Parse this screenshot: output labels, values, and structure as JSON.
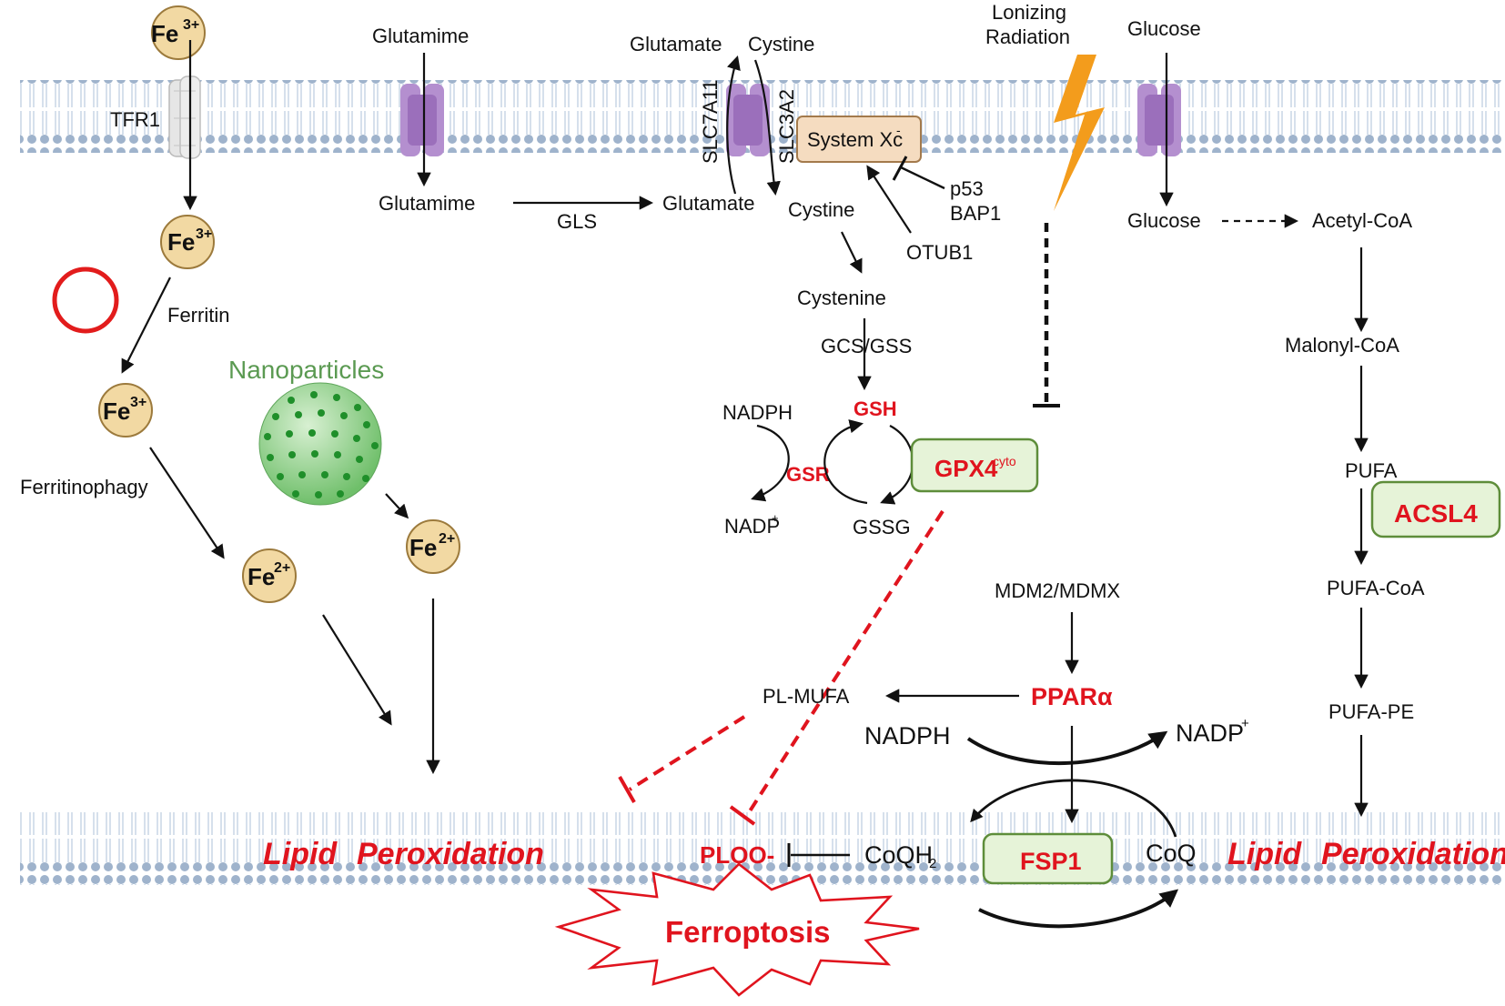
{
  "labels": {
    "fe3_top": "Fe",
    "fe3_top_sup": "3+",
    "tfr1": "TFR1",
    "fe3_mid": "Fe",
    "fe3_mid_sup": "3+",
    "ferritin": "Ferritin",
    "fe3_low": "Fe",
    "fe3_low_sup": "3+",
    "ferritinophagy": "Ferritinophagy",
    "fe2_left": "Fe",
    "fe2_left_sup": "2+",
    "nanoparticles": "Nanoparticles",
    "fe2_right": "Fe",
    "fe2_right_sup": "2+",
    "glutamime_out": "Glutamime",
    "glutamime_in": "Glutamime",
    "gls": "GLS",
    "glutamate_out": "Glutamate",
    "cystine_out": "Cystine",
    "slc7a11": "SLC7A11",
    "slc3a2": "SLC3A2",
    "system_xc": "System Xc",
    "system_xc_sup": "-",
    "glutamate_in": "Glutamate",
    "cystine_in": "Cystine",
    "p53": "p53",
    "bap1": "BAP1",
    "otub1": "OTUB1",
    "cystenine": "Cystenine",
    "gcs_gss": "GCS/GSS",
    "nadph_gsr": "NADPH",
    "gsh": "GSH",
    "gsr": "GSR",
    "nadp_gsr": "NADP",
    "nadp_gsr_sup": "+",
    "gssg": "GSSG",
    "gpx4": "GPX4",
    "gpx4_sup": "cyto",
    "ionizing_1": "Lonizing",
    "ionizing_2": "Radiation",
    "glucose_out": "Glucose",
    "glucose_in": "Glucose",
    "acetyl_coa": "Acetyl-CoA",
    "malonyl_coa": "Malonyl-CoA",
    "pufa": "PUFA",
    "acsl4": "ACSL4",
    "pufa_coa": "PUFA-CoA",
    "pufa_pe": "PUFA-PE",
    "mdm2": "MDM2/MDMX",
    "pl_mufa": "PL-MUFA",
    "ppara": "PPARα",
    "nadph_fsp1": "NADPH",
    "nadp_fsp1": "NADP",
    "nadp_fsp1_sup": "+",
    "lipid_left": "Lipid",
    "peroxidation_left": "Peroxidation",
    "ploo": "PLOO-",
    "coqh2": "CoQH",
    "coqh2_sub": "2",
    "fsp1": "FSP1",
    "coq": "CoQ",
    "lipid_right": "Lipid",
    "peroxidation_right": "Peroxidation",
    "ferroptosis": "Ferroptosis"
  },
  "colors": {
    "membrane_head": "#9fb3cc",
    "membrane_tail": "#c9d6e6",
    "transporter": "#b48fcf",
    "ion_fill": "#f2d9a3",
    "ion_stroke": "#9c7a3c",
    "green_box_fill": "#e6f3d8",
    "green_box_stroke": "#5e8d3a",
    "system_xc_fill": "#f5dcc0",
    "red": "#e0141e",
    "nanoparticle_green": "#6fbf6a",
    "bolt": "#f39c1c"
  }
}
